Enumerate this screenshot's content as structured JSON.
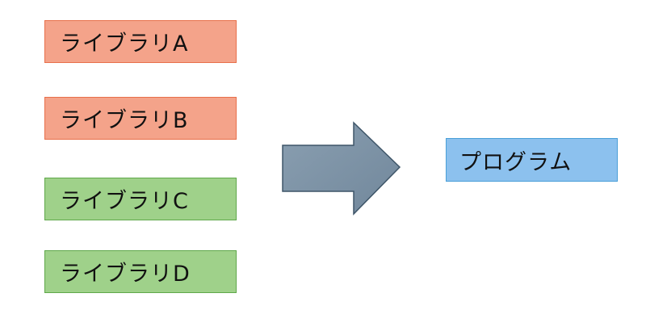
{
  "libraries": [
    {
      "label": "ライブラリA",
      "group": "red"
    },
    {
      "label": "ライブラリB",
      "group": "red"
    },
    {
      "label": "ライブラリC",
      "group": "green"
    },
    {
      "label": "ライブラリD",
      "group": "green"
    }
  ],
  "program": {
    "label": "プログラム"
  },
  "colors": {
    "red_fill": "#f4a38a",
    "red_border": "#e8704b",
    "green_fill": "#9fd18a",
    "green_border": "#5fa84a",
    "program_fill": "#8cc1ee",
    "program_border": "#4a9fd8",
    "arrow_fill": "#7f95a8",
    "arrow_border": "#3e5568"
  }
}
